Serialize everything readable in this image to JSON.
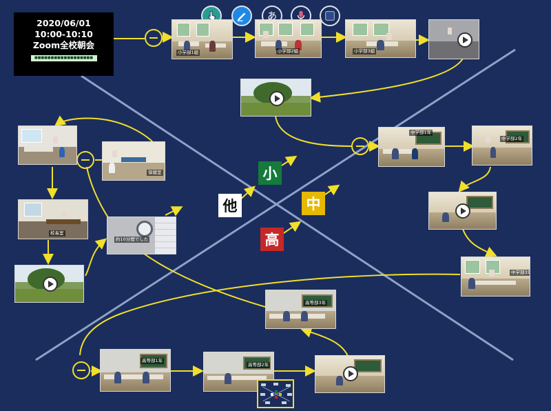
{
  "info_card": {
    "date": "2020/06/01",
    "time": "10:00-10:10",
    "title": "Zoom全校朝会",
    "subtitle": "■■■■■■■■■■■■■■■■■■"
  },
  "toolbar": [
    {
      "name": "select-tool",
      "icon": "hand-pointer-icon",
      "bg": "#2a9d8f"
    },
    {
      "name": "pen-tool",
      "icon": "marker-icon",
      "bg": "#1e88e5"
    },
    {
      "name": "text-tool",
      "icon": "text-icon",
      "glyph": "あ",
      "bg": "#1b2d5c"
    },
    {
      "name": "voice-tool",
      "icon": "microphone-icon",
      "bg": "#1b2d5c"
    },
    {
      "name": "color-tool",
      "icon": "color-swatch-icon",
      "bg": "#1b2d5c"
    }
  ],
  "categories": {
    "elementary": {
      "label": "小",
      "color": "#157a3c"
    },
    "junior_high": {
      "label": "中",
      "color": "#e6b800"
    },
    "high": {
      "label": "高",
      "color": "#c62828"
    },
    "other": {
      "label": "他",
      "color": "#ffffff"
    }
  },
  "captions": {
    "elem1": "小学部1組",
    "elem2": "小学部2組",
    "elem3": "小学部3組",
    "jh1": "中学部1年",
    "jh2": "中学部2年",
    "jh3": "中学部3年",
    "hs1": "高等部1年",
    "hs2": "高等部2年",
    "hs3": "高等部3年",
    "nurse": "保健室",
    "principal": "校長室",
    "clock": "約10分間でした"
  },
  "colors": {
    "background": "#1b2d5c",
    "connector": "#f2df2b",
    "cross_line": "#8ea2c8"
  }
}
